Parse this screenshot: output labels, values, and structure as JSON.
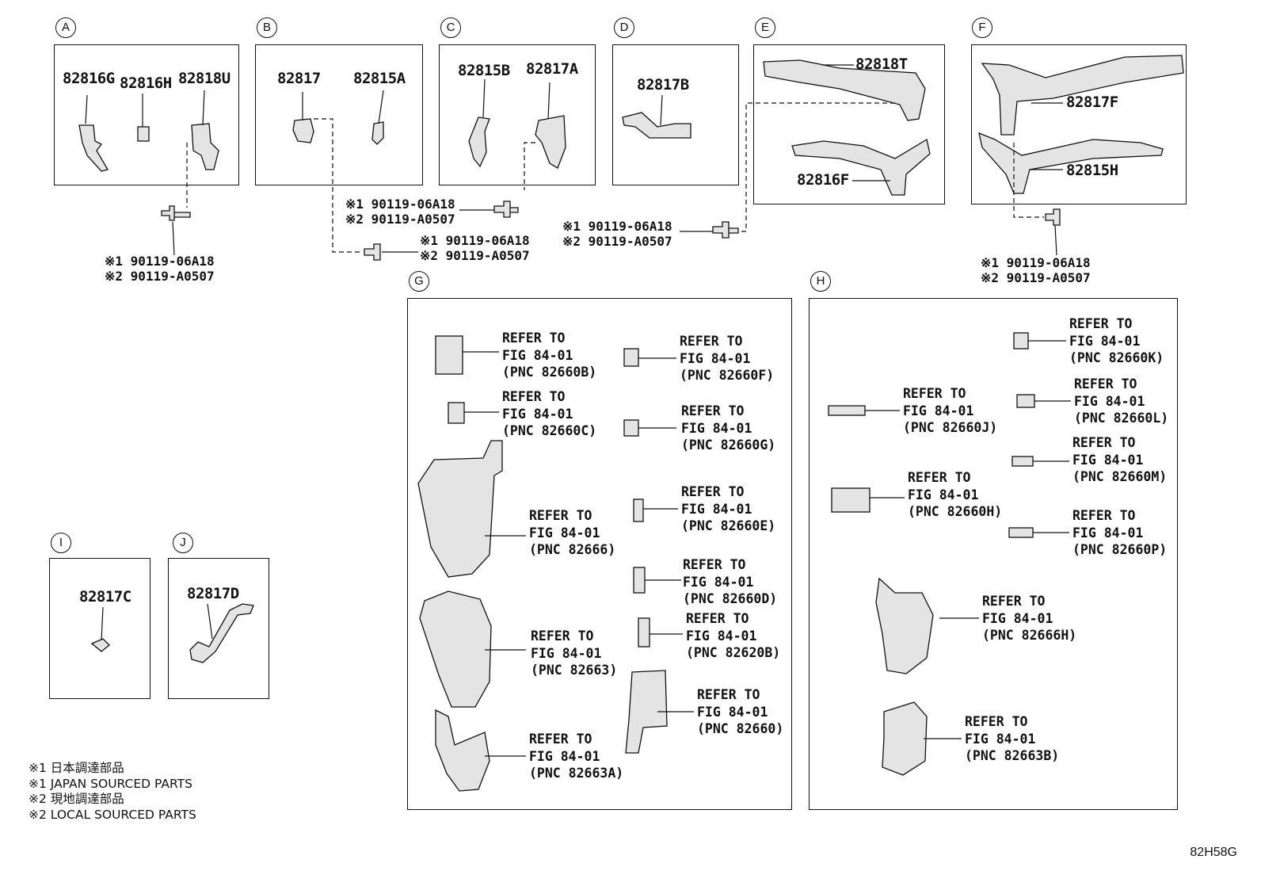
{
  "sections": {
    "A": {
      "label": "A",
      "parts": [
        "82816G",
        "82816H",
        "82818U"
      ],
      "bolt": [
        "※1 90119-06A18",
        "※2 90119-A0507"
      ]
    },
    "B": {
      "label": "B",
      "parts": [
        "82817",
        "82815A"
      ],
      "bolt": [
        "※1 90119-06A18",
        "※2 90119-A0507"
      ]
    },
    "C": {
      "label": "C",
      "parts": [
        "82815B",
        "82817A"
      ],
      "bolt": [
        "※1 90119-06A18",
        "※2 90119-A0507"
      ]
    },
    "D": {
      "label": "D",
      "parts": [
        "82817B"
      ]
    },
    "E": {
      "label": "E",
      "parts": [
        "82818T",
        "82816F"
      ],
      "bolt": [
        "※1 90119-06A18",
        "※2 90119-A0507"
      ]
    },
    "F": {
      "label": "F",
      "parts": [
        "82817F",
        "82815H"
      ],
      "bolt": [
        "※1 90119-06A18",
        "※2 90119-A0507"
      ]
    },
    "G": {
      "label": "G",
      "refs": [
        [
          "REFER TO",
          "FIG 84-01",
          "(PNC 82660B)"
        ],
        [
          "REFER TO",
          "FIG 84-01",
          "(PNC 82660C)"
        ],
        [
          "REFER TO",
          "FIG 84-01",
          "(PNC 82666)"
        ],
        [
          "REFER TO",
          "FIG 84-01",
          "(PNC 82663)"
        ],
        [
          "REFER TO",
          "FIG 84-01",
          "(PNC 82663A)"
        ],
        [
          "REFER TO",
          "FIG 84-01",
          "(PNC 82660F)"
        ],
        [
          "REFER TO",
          "FIG 84-01",
          "(PNC 82660G)"
        ],
        [
          "REFER TO",
          "FIG 84-01",
          "(PNC 82660E)"
        ],
        [
          "REFER TO",
          "FIG 84-01",
          "(PNC 82660D)"
        ],
        [
          "REFER TO",
          "FIG 84-01",
          "(PNC 82620B)"
        ],
        [
          "REFER TO",
          "FIG 84-01",
          "(PNC 82660)"
        ]
      ]
    },
    "H": {
      "label": "H",
      "refs": [
        [
          "REFER TO",
          "FIG 84-01",
          "(PNC 82660K)"
        ],
        [
          "REFER TO",
          "FIG 84-01",
          "(PNC 82660L)"
        ],
        [
          "REFER TO",
          "FIG 84-01",
          "(PNC 82660J)"
        ],
        [
          "REFER TO",
          "FIG 84-01",
          "(PNC 82660M)"
        ],
        [
          "REFER TO",
          "FIG 84-01",
          "(PNC 82660H)"
        ],
        [
          "REFER TO",
          "FIG 84-01",
          "(PNC 82660P)"
        ],
        [
          "REFER TO",
          "FIG 84-01",
          "(PNC 82666H)"
        ],
        [
          "REFER TO",
          "FIG 84-01",
          "(PNC 82663B)"
        ]
      ]
    },
    "I": {
      "label": "I",
      "parts": [
        "82817C"
      ]
    },
    "J": {
      "label": "J",
      "parts": [
        "82817D"
      ]
    }
  },
  "legend": [
    "※1 日本調達部品",
    "※1 JAPAN SOURCED PARTS",
    "※2 現地調達部品",
    "※2 LOCAL SOURCED PARTS"
  ],
  "figure_code": "82H58G"
}
